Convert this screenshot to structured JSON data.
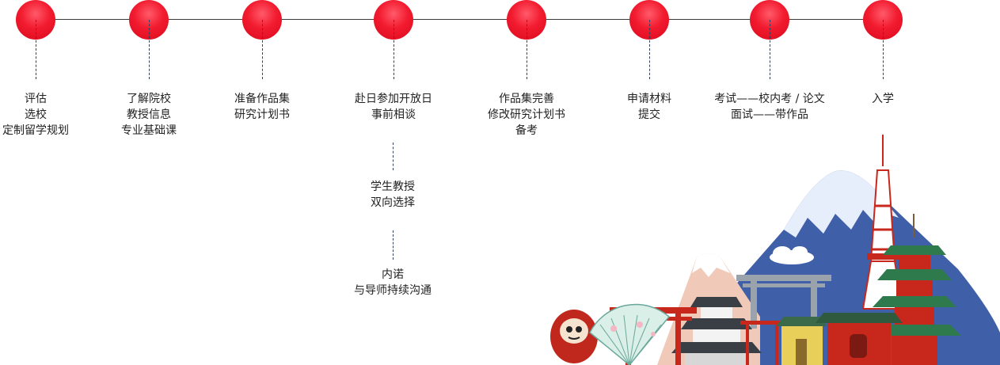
{
  "steps": [
    {
      "lines": [
        "评估",
        "选校",
        "定制留学规划"
      ]
    },
    {
      "lines": [
        "了解院校",
        "教授信息",
        "专业基础课"
      ]
    },
    {
      "lines": [
        "准备作品集",
        "研究计划书"
      ]
    },
    {
      "lines": [
        "赴日参加开放日",
        "事前相谈"
      ]
    },
    {
      "lines": [
        "作品集完善",
        "修改研究计划书",
        "备考"
      ]
    },
    {
      "lines": [
        "申请材料",
        "提交"
      ]
    },
    {
      "lines": [
        "考试——校内考 /  论文",
        "面试——带作品"
      ]
    },
    {
      "lines": [
        "入学"
      ]
    }
  ],
  "sub_steps": [
    {
      "lines": [
        "学生教授",
        "双向选择"
      ]
    },
    {
      "lines": [
        "内诺",
        "与导师持续沟通"
      ]
    }
  ],
  "colors": {
    "dot": "#f21b2f",
    "line": "#3a3a3a",
    "dash": "#33415c",
    "mountain": "#3f5fa8",
    "pagoda": "#c8281c"
  },
  "illustration": {
    "name": "japan-landmarks-illustration",
    "elements": [
      "mount-fuji",
      "tokyo-tower",
      "pagoda",
      "torii-gate",
      "castle",
      "daruma",
      "folding-fan"
    ]
  }
}
